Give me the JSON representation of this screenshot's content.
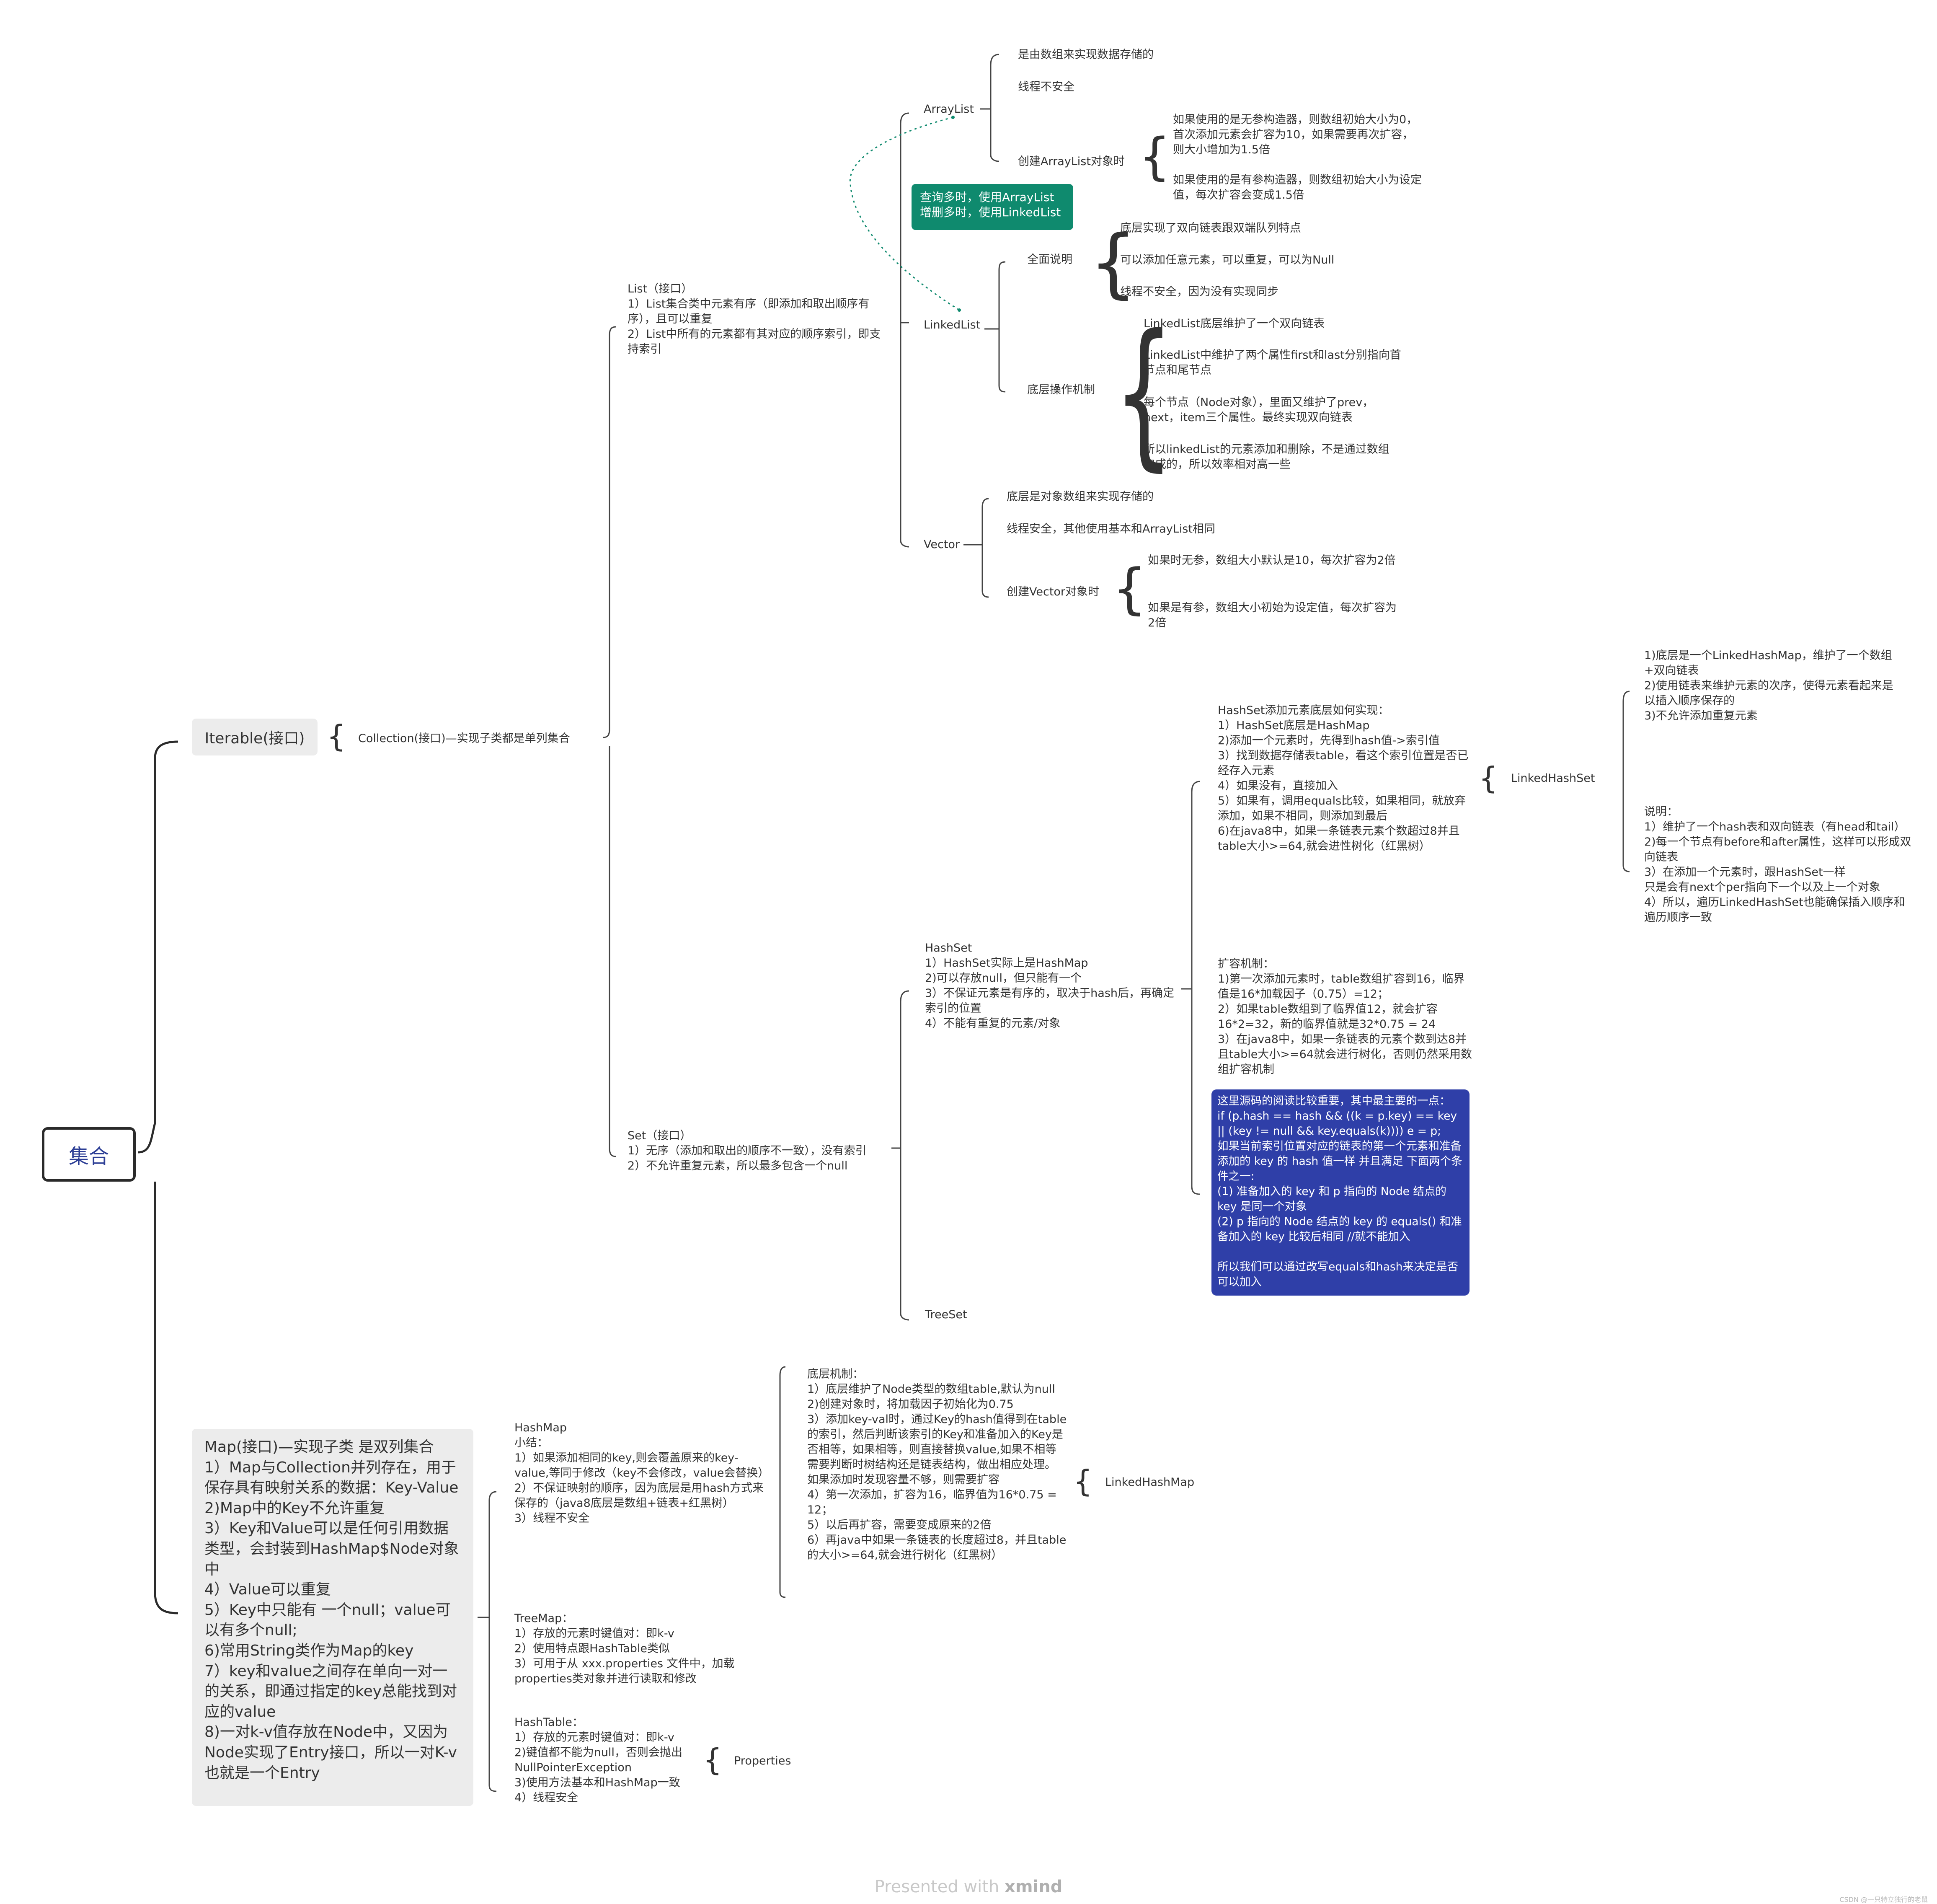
{
  "root": "集合",
  "iterable": "Iterable(接口)",
  "collection": "Collection(接口)—实现子类都是单列集合",
  "list": "List（接口）\n1）List集合类中元素有序（即添加和取出顺序有序），且可以重复\n2）List中所有的元素都有其对应的顺序索引，即支持索引",
  "arraylist": {
    "label": "ArrayList",
    "items": [
      "是由数组来实现数据存储的",
      "线程不安全"
    ],
    "create_label": "创建ArrayList对象时",
    "create_items": [
      "如果使用的是无参构造器，则数组初始大小为0，首次添加元素会扩容为10，如果需要再次扩容，则大小增加为1.5倍",
      "如果使用的是有参构造器，则数组初始大小为设定值，每次扩容会变成1.5倍"
    ]
  },
  "note_green": "查询多时，使用ArrayList\n增删多时，使用LinkedList",
  "linkedlist": {
    "label": "LinkedList",
    "overview_label": "全面说明",
    "overview_items": [
      "底层实现了双向链表跟双端队列特点",
      "可以添加任意元素，可以重复，可以为Null",
      "线程不安全，因为没有实现同步"
    ],
    "mechanism_label": "底层操作机制",
    "mechanism_items": [
      "LinkedList底层维护了一个双向链表",
      "LinkedList中维护了两个属性first和last分别指向首节点和尾节点",
      "每个节点（Node对象），里面又维护了prev，next，item三个属性。最终实现双向链表",
      "所以linkedList的元素添加和删除，不是通过数组完成的，所以效率相对高一些"
    ]
  },
  "vector": {
    "label": "Vector",
    "items": [
      "底层是对象数组来实现存储的",
      "线程安全，其他使用基本和ArrayList相同"
    ],
    "create_label": "创建Vector对象时",
    "create_items": [
      "如果时无参，数组大小默认是10，每次扩容为2倍",
      "如果是有参，数组大小初始为设定值，每次扩容为2倍"
    ]
  },
  "set": "Set（接口）\n1）无序（添加和取出的顺序不一致），没有索引\n2）不允许重复元素，所以最多包含一个null",
  "hashset": "HashSet\n1）HashSet实际上是HashMap\n2)可以存放null，但只能有一个\n3）不保证元素是有序的，取决于hash后，再确定索引的位置\n4）不能有重复的元素/对象",
  "hashset_add": "HashSet添加元素底层如何实现：\n1）HashSet底层是HashMap\n2)添加一个元素时，先得到hash值->索引值\n3）找到数据存储表table，看这个索引位置是否已经存入元素\n4）如果没有，直接加入\n5）如果有，调用equals比较，如果相同，就放弃添加，如果不相同，则添加到最后\n6)在java8中，如果一条链表元素个数超过8并且table大小>=64,就会进性树化（红黑树）",
  "linkedhashset": "LinkedHashSet",
  "lhs_a": "1)底层是一个LinkedHashMap，维护了一个数组+双向链表\n2)使用链表来维护元素的次序，使得元素看起来是以插入顺序保存的\n3)不允许添加重复元素",
  "lhs_b": "说明：\n1）维护了一个hash表和双向链表（有head和tail）\n2)每一个节点有before和after属性，这样可以形成双向链表\n3）在添加一个元素时，跟HashSet一样\n只是会有next个per指向下一个以及上一个对象\n4）所以，遍历LinkedHashSet也能确保插入顺序和遍历顺序一致",
  "resize": "扩容机制：\n1)第一次添加元素时，table数组扩容到16，临界值是16*加载因子（0.75）=12；\n2）如果table数组到了临界值12，就会扩容16*2=32，新的临界值就是32*0.75 = 24\n3）在java8中，如果一条链表的元素个数到达8并且table大小>=64就会进行树化，否则仍然采用数组扩容机制",
  "note_blue": "这里源码的阅读比较重要，其中最主要的一点：\nif (p.hash == hash && ((k = p.key) == key || (key != null && key.equals(k)))) e = p;\n如果当前索引位置对应的链表的第一个元素和准备添加的 key 的 hash 值一样 并且满足 下面两个条件之一:\n(1) 准备加入的 key 和 p 指向的 Node 结点的 key 是同一个对象\n(2) p 指向的 Node 结点的 key 的 equals() 和准备加入的 key 比较后相同 //就不能加入\n\n所以我们可以通过改写equals和hash来决定是否可以加入",
  "treeset": "TreeSet",
  "map": "Map(接口)—实现子类 是双列集合\n1）Map与Collection并列存在，用于保存具有映射关系的数据：Key-Value\n2)Map中的Key不允许重复\n3）Key和Value可以是任何引用数据类型，会封装到HashMap$Node对象中\n4）Value可以重复\n5）Key中只能有 一个null；value可以有多个null;\n6)常用String类作为Map的key\n7）key和value之间存在单向一对一的关系，即通过指定的key总能找到对应的value\n8)一对k-v值存放在Node中，又因为Node实现了Entry接口，所以一对K-v也就是一个Entry",
  "hashmap": "HashMap\n小结：\n1）如果添加相同的key,则会覆盖原来的key-value,等同于修改（key不会修改，value会替换）\n2）不保证映射的顺序，因为底层是用hash方式来保存的（java8底层是数组+链表+红黑树）\n3）线程不安全",
  "hashmap_mech": "底层机制：\n1）底层维护了Node类型的数组table,默认为null\n2)创建对象时，将加载因子初始化为0.75\n3）添加key-val时，通过Key的hash值得到在table的索引，然后判断该索引的Key和准备加入的Key是否相等，如果相等，则直接替换value,如果不相等需要判断时树结构还是链表结构，做出相应处理。如果添加时发现容量不够，则需要扩容\n4）第一次添加，扩容为16，临界值为16*0.75 = 12；\n5）以后再扩容，需要变成原来的2倍\n6）再java中如果一条链表的长度超过8，并且table的大小>=64,就会进行树化（红黑树）",
  "linkedhashmap": "LinkedHashMap",
  "treemap": "TreeMap：\n1）存放的元素时键值对：即k-v\n2）使用特点跟HashTable类似\n3）可用于从 xxx.properties 文件中，加载properties类对象并进行读取和修改",
  "hashtable": "HashTable：\n1）存放的元素时键值对：即k-v\n2)键值都不能为null，否则会抛出NullPointerException\n3)使用方法基本和HashMap一致\n4）线程安全",
  "properties": "Properties",
  "footer": {
    "prefix": "Presented with ",
    "brand": "xmind"
  },
  "credit": "CSDN @一只特立独行的老鼠",
  "colors": {
    "green": "#0f8a6e",
    "blue": "#2f3fa8",
    "gray": "#ececec"
  }
}
